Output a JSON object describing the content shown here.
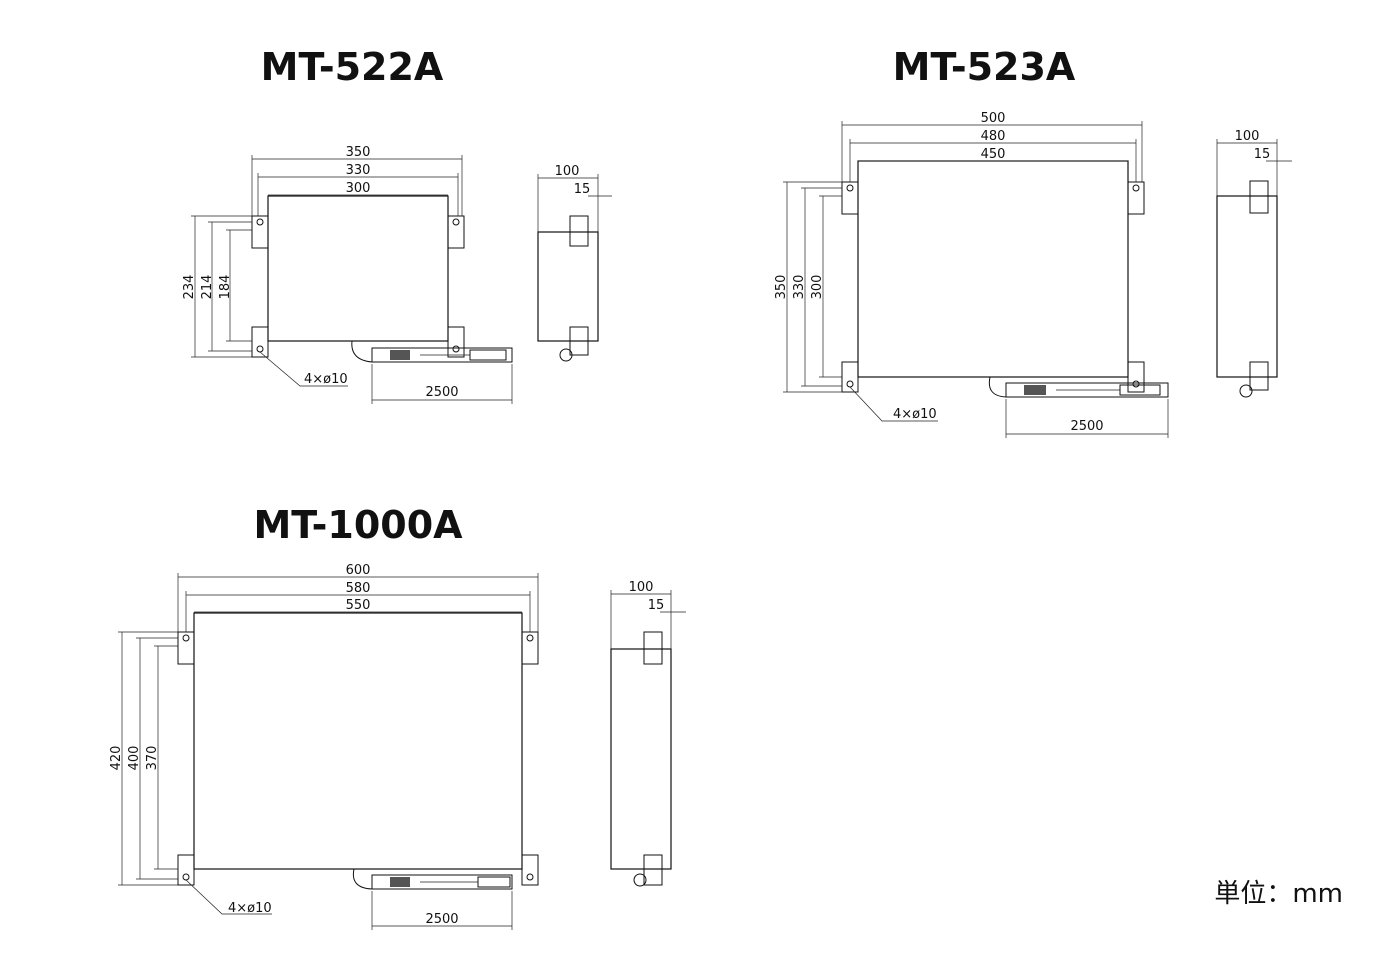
{
  "unit_label": "単位：mm",
  "drawings": {
    "mt522a": {
      "title": "MT-522A",
      "width_outer": "350",
      "width_holes": "330",
      "width_body": "300",
      "height_outer": "234",
      "height_holes": "214",
      "height_body": "184",
      "holes": "4×ø10",
      "cable": "2500",
      "side_depth": "100",
      "side_offset": "15"
    },
    "mt523a": {
      "title": "MT-523A",
      "width_outer": "500",
      "width_holes": "480",
      "width_body": "450",
      "height_outer": "350",
      "height_holes": "330",
      "height_body": "300",
      "holes": "4×ø10",
      "cable": "2500",
      "side_depth": "100",
      "side_offset": "15"
    },
    "mt1000a": {
      "title": "MT-1000A",
      "width_outer": "600",
      "width_holes": "580",
      "width_body": "550",
      "height_outer": "420",
      "height_holes": "400",
      "height_body": "370",
      "holes": "4×ø10",
      "cable": "2500",
      "side_depth": "100",
      "side_offset": "15"
    }
  }
}
